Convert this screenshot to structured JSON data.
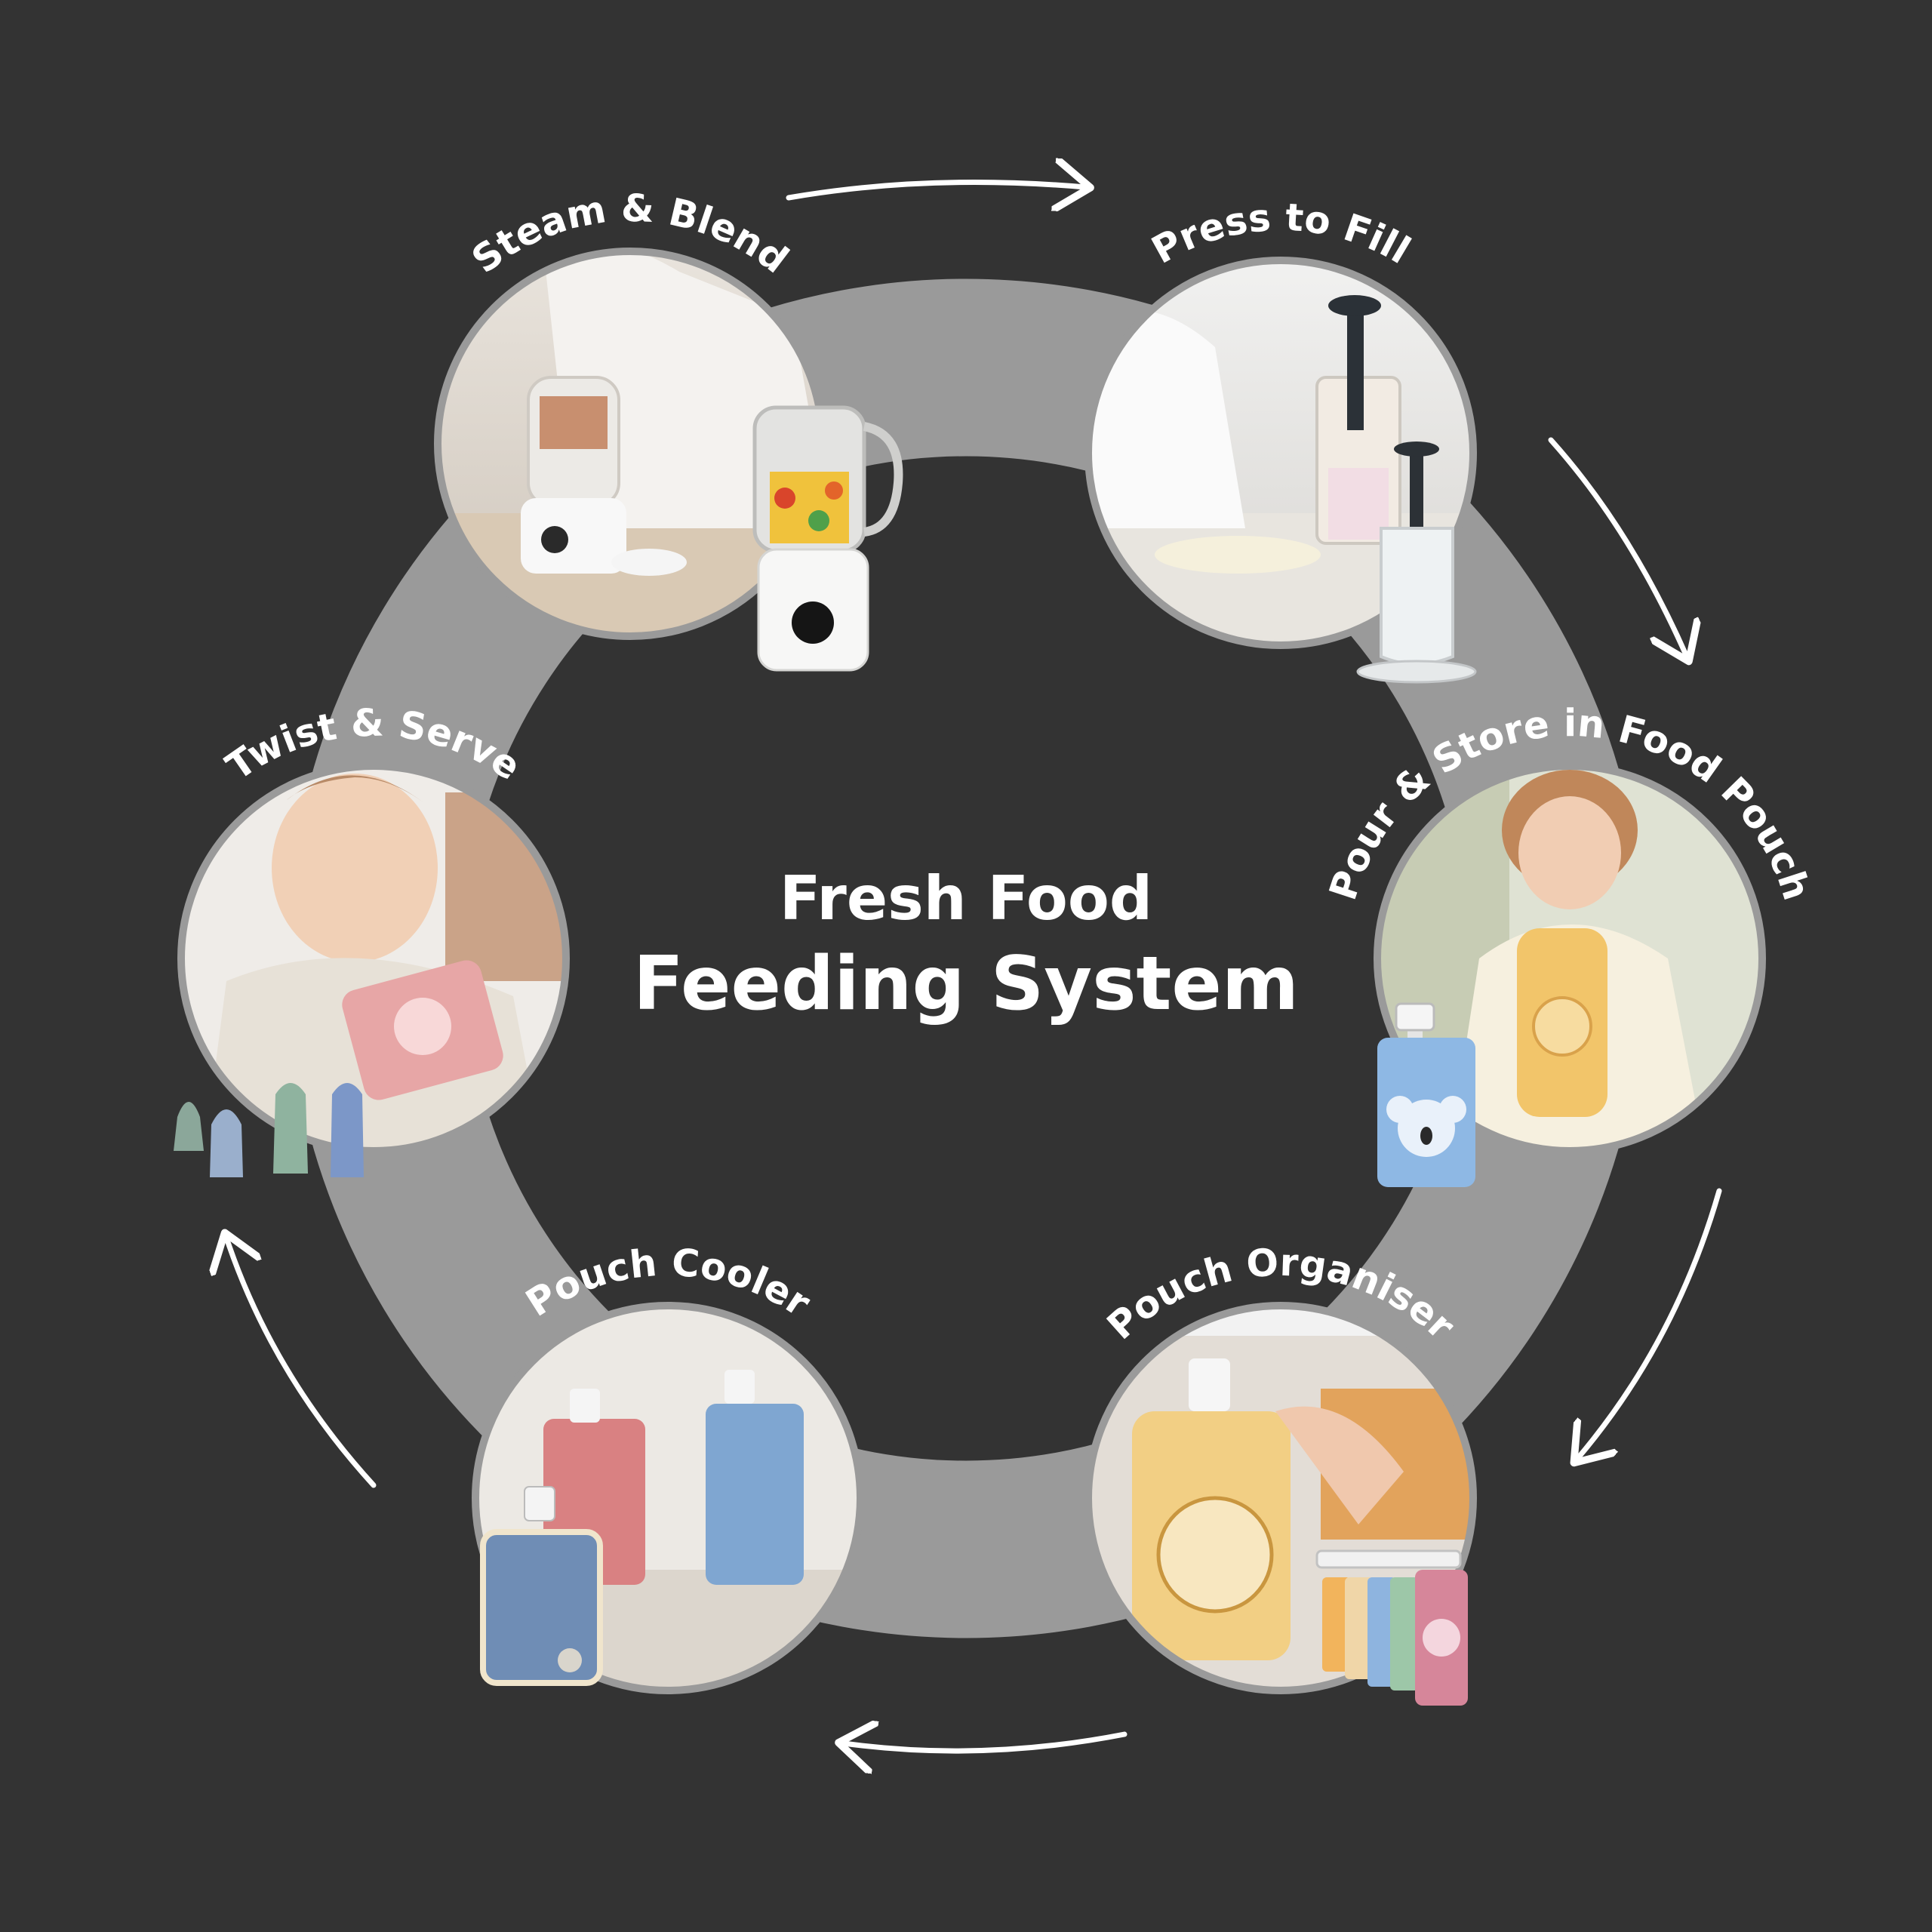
{
  "title": {
    "line1": "Fresh Food",
    "line2": "Feeding System"
  },
  "steps": [
    {
      "label": "Steam & Blend",
      "icon": "blender-photo"
    },
    {
      "label": "Press to Fill",
      "icon": "press-fill-photo"
    },
    {
      "label": "Pour & Store in Food Pouch",
      "icon": "child-pouch-photo"
    },
    {
      "label": "Pouch Organiser",
      "icon": "organiser-photo"
    },
    {
      "label": "Pouch Cooler",
      "icon": "cooler-photo"
    },
    {
      "label": "Twist & Serve",
      "icon": "baby-spoon-photo"
    }
  ],
  "colors": {
    "background": "#333333",
    "ring": "#9a9a9a",
    "text": "#ffffff",
    "arrow": "#ffffff"
  }
}
